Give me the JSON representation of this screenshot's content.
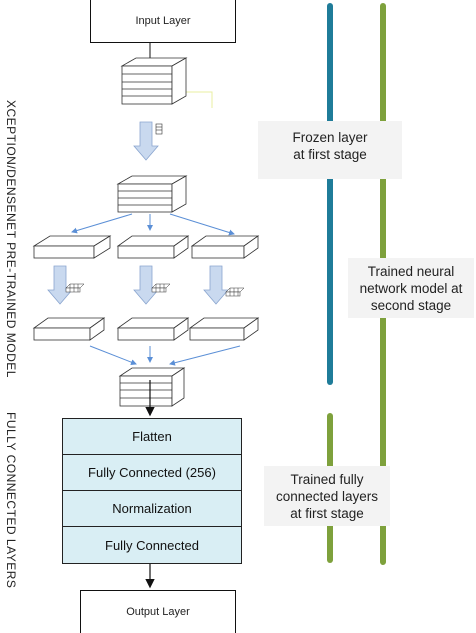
{
  "input_layer": "Input Layer",
  "output_layer": "Output Layer",
  "side_labels": {
    "pretrained": "XCEPTION/DENSENET PRE-TRAINED MODEL",
    "fully_connected": "FULLY CONNECTED LAYERS"
  },
  "fc_layers": [
    "Flatten",
    "Fully Connected (256)",
    "Normalization",
    "Fully Connected"
  ],
  "notes": {
    "frozen": [
      "Frozen layer",
      "at first stage"
    ],
    "second_stage": [
      "Trained neural",
      "network model at",
      "second stage"
    ],
    "fc_first_stage": [
      "Trained fully",
      "connected layers",
      "at first stage"
    ]
  },
  "colors": {
    "frozen_bar": "#1f7c99",
    "trained_bar": "#7ea13c",
    "fc_fill": "#d9eef4",
    "block_arrow": "#c9d9ef",
    "thin_arrow": "#5b8fd6"
  }
}
